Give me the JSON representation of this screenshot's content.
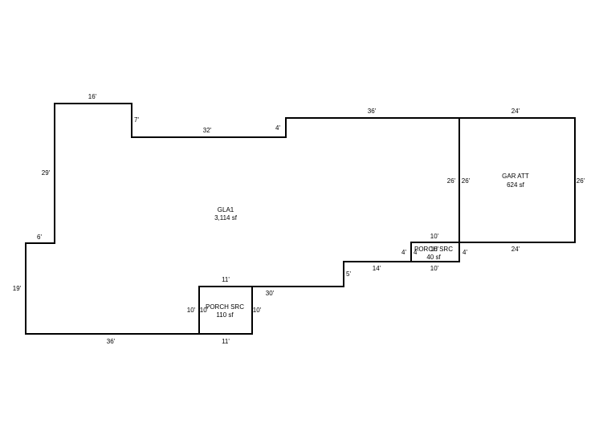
{
  "areas": {
    "gla1": {
      "name": "GLA1",
      "size": "3,114 sf"
    },
    "garage": {
      "name": "GAR ATT",
      "size": "624 sf"
    },
    "porch_large": {
      "name": "PORCH SRC",
      "size": "110 sf"
    },
    "porch_small": {
      "name": "PORCH SRC",
      "size": "40 sf"
    }
  },
  "dimensions": {
    "gla_top_left": "16'",
    "gla_notch_height": "7'",
    "gla_notch_bottom": "32'",
    "gla_step_up": "4'",
    "gla_top_right": "36'",
    "gla_left_upper": "29'",
    "gla_left_step": "6'",
    "gla_left_lower": "19'",
    "gla_bottom_left": "36'",
    "gla_bottom_mid": "30'",
    "gla_step_5": "5'",
    "gla_step_14": "14'",
    "garage_top": "24'",
    "garage_bottom": "24'",
    "garage_left": "26'",
    "garage_right": "26'",
    "gla_right": "26'",
    "porch_large_top": "11'",
    "porch_large_bottom": "11'",
    "porch_large_left_out": "10'",
    "porch_large_left_in": "10'",
    "porch_large_right": "10'",
    "porch_small_top": "10'",
    "porch_small_bottom": "10'",
    "porch_small_left_out": "4'",
    "porch_small_left_in": "4'",
    "porch_small_right": "4'",
    "porch_small_inner_top": "10'"
  }
}
